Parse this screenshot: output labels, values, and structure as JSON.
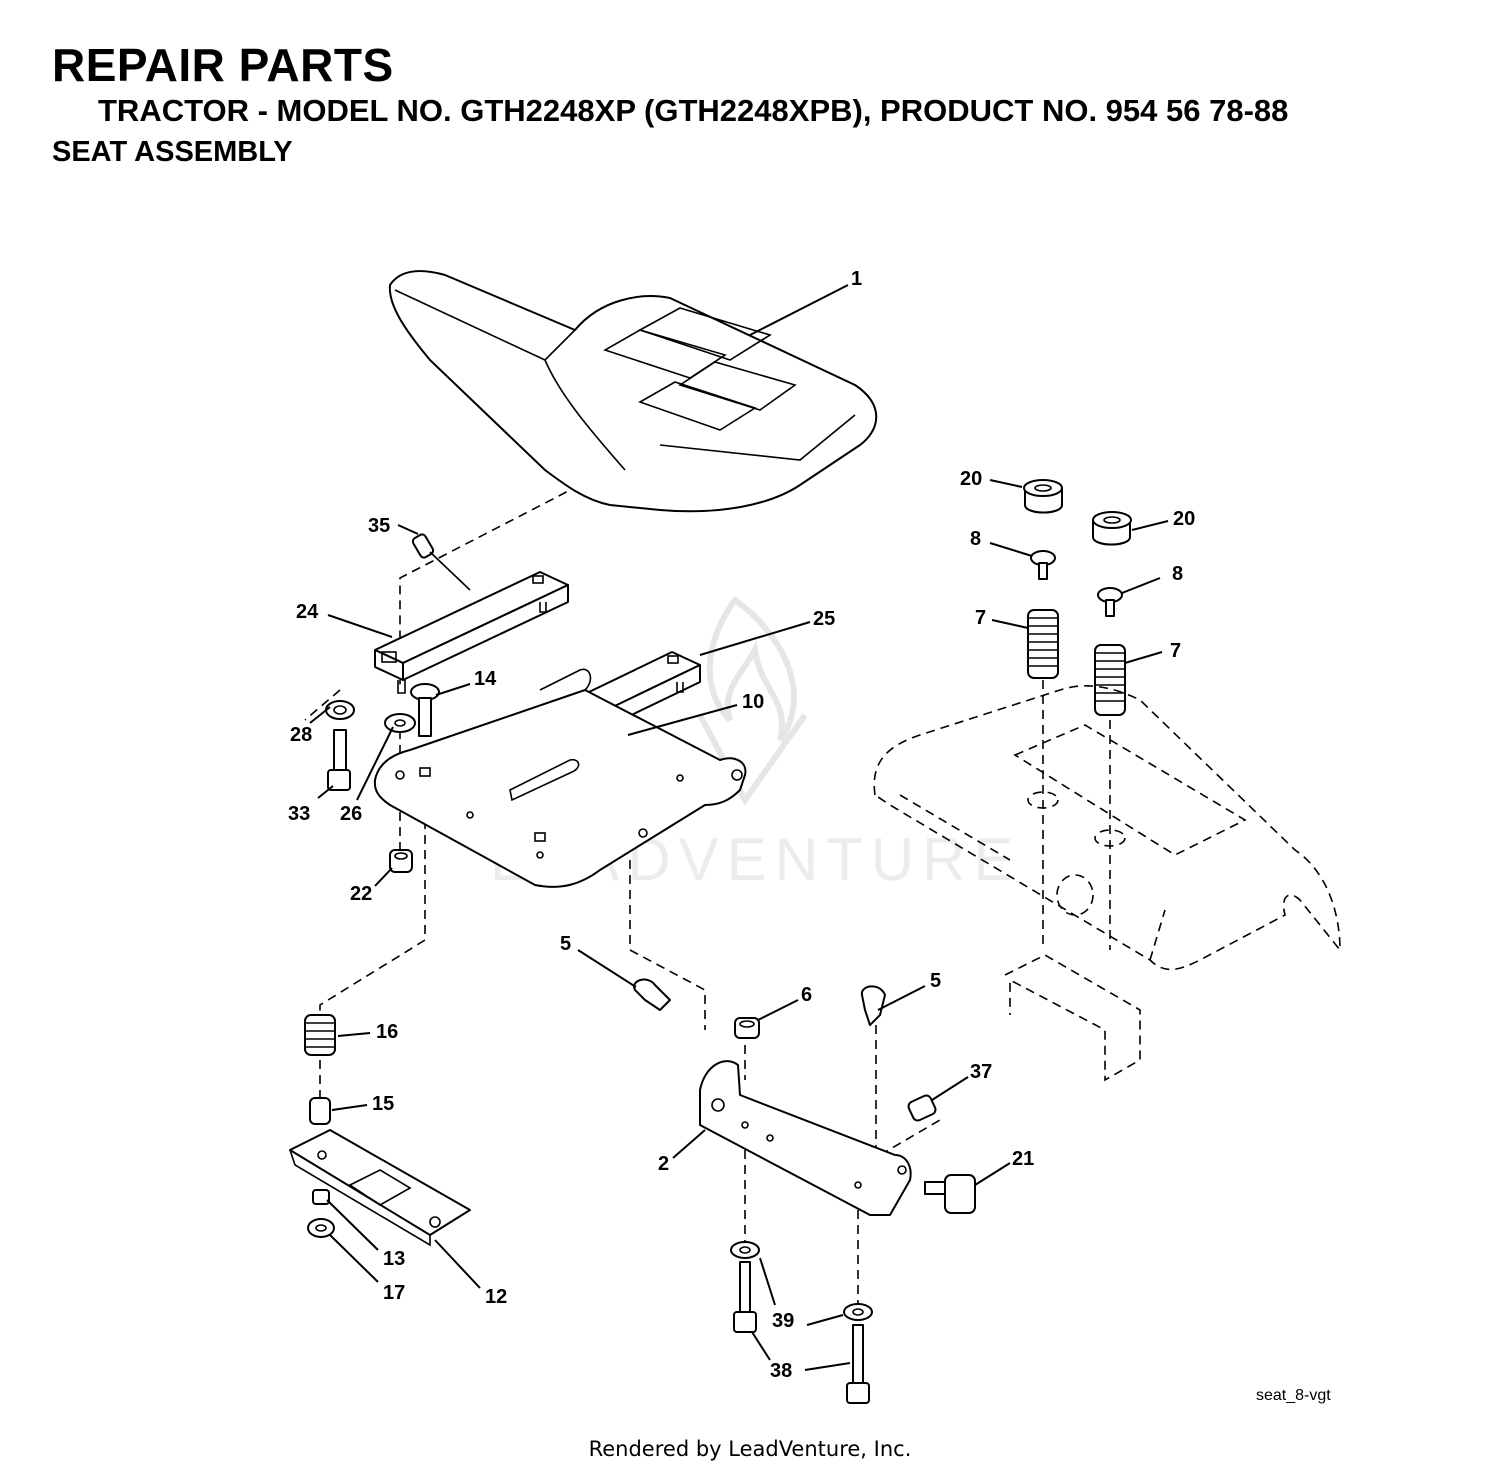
{
  "header": {
    "title": "REPAIR PARTS",
    "subtitle": "TRACTOR - MODEL NO. GTH2248XP (GTH2248XPB), PRODUCT NO. 954 56 78-88",
    "section": "SEAT ASSEMBLY"
  },
  "drawing_ref": "seat_8-vgt",
  "footer": "Rendered by LeadVenture, Inc.",
  "watermark": "LEADVENTURE",
  "callouts": [
    "1",
    "20",
    "20",
    "8",
    "8",
    "7",
    "7",
    "35",
    "24",
    "25",
    "10",
    "14",
    "28",
    "26",
    "33",
    "22",
    "5",
    "5",
    "6",
    "16",
    "15",
    "37",
    "21",
    "2",
    "13",
    "17",
    "12",
    "39",
    "38"
  ]
}
